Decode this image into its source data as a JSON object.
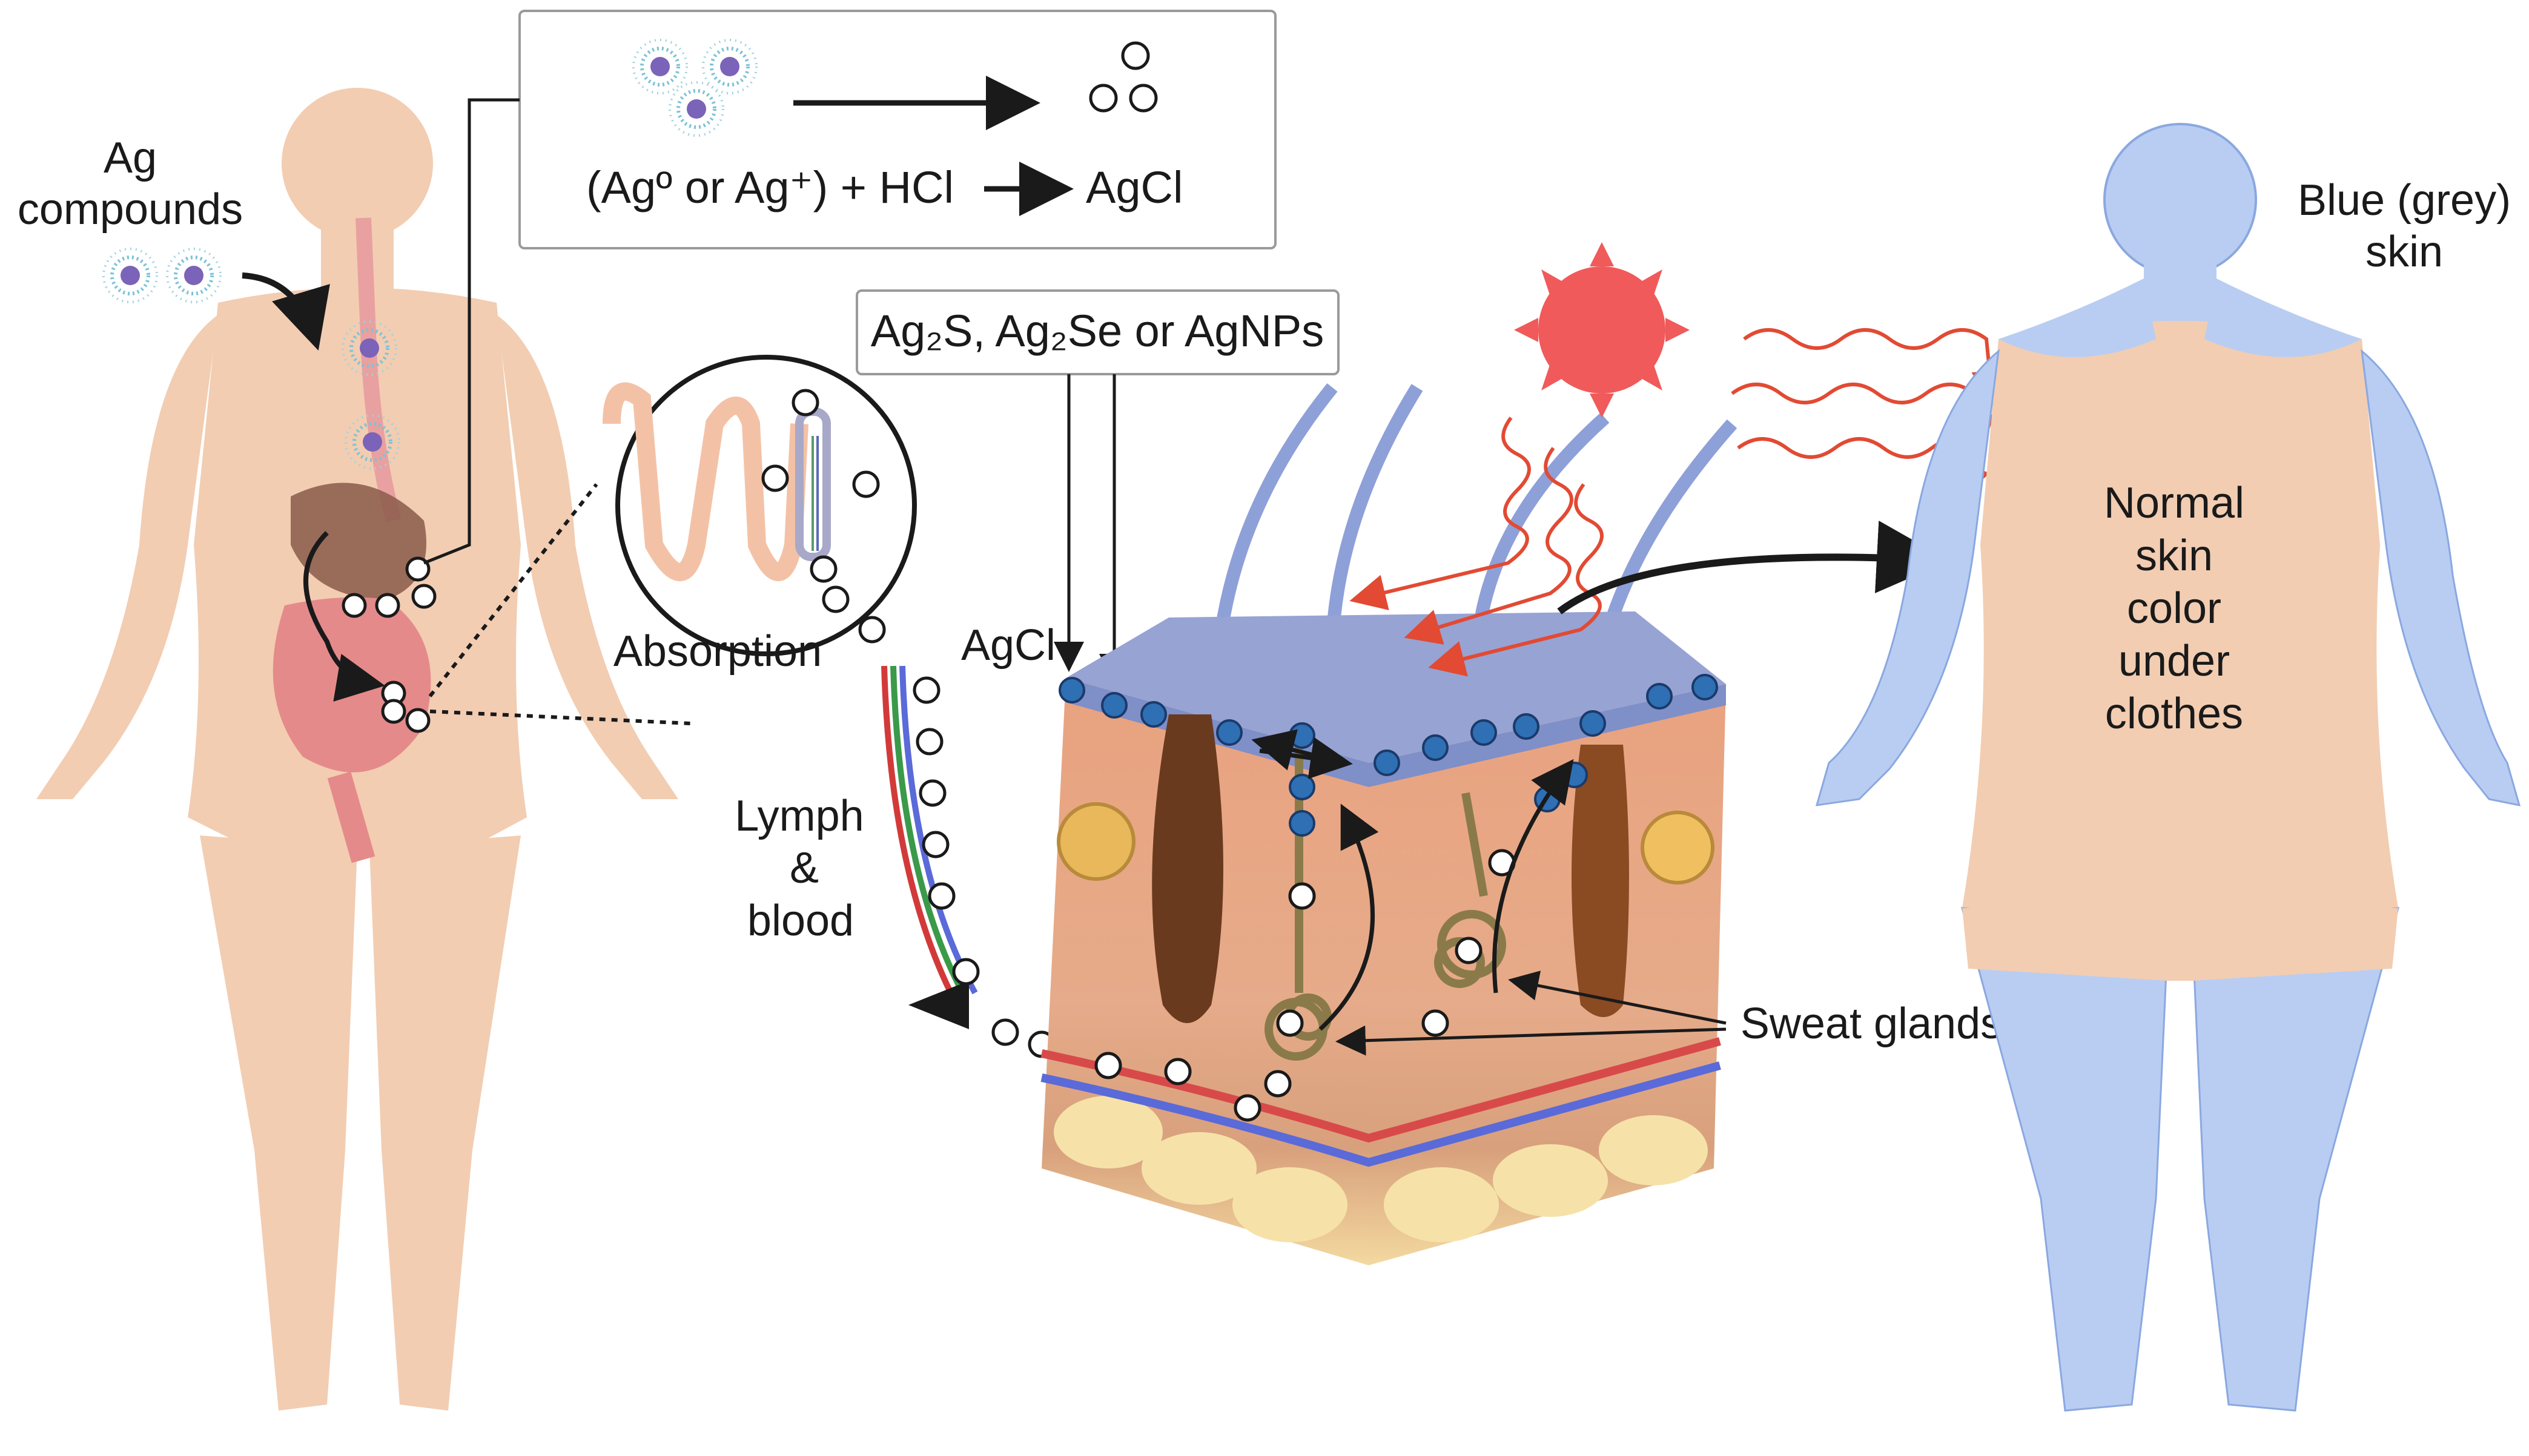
{
  "labels": {
    "ag_compounds_line1": "Ag",
    "ag_compounds_line2": "compounds",
    "equation_left": "(Agº or Ag⁺) + HCl",
    "equation_right": "AgCl",
    "surface_species": "Ag₂S, Ag₂Se or AgNPs",
    "absorption": "Absorption",
    "agcl": "AgCl",
    "lymph_line1": "Lymph",
    "lymph_line2": "&",
    "lymph_line3": "blood",
    "sweat_glands": "Sweat glands",
    "blue_skin_line1": "Blue (grey)",
    "blue_skin_line2": "skin",
    "normal_line1": "Normal",
    "normal_line2": "skin",
    "normal_line3": "color",
    "normal_line4": "under",
    "normal_line5": "clothes"
  },
  "icons": {
    "nanoparticle": "nanoparticle-icon",
    "sun": "sun-icon",
    "agcl_particle": "agcl-particle-icon",
    "silver_deposit": "silver-deposit-icon"
  },
  "colors": {
    "skin_tone": "#f2cdb2",
    "argyria_blue": "#b9cdf2",
    "sun_red": "#f05a5a",
    "deposit_blue": "#2f6fb4",
    "ray_red": "#e24a33"
  }
}
